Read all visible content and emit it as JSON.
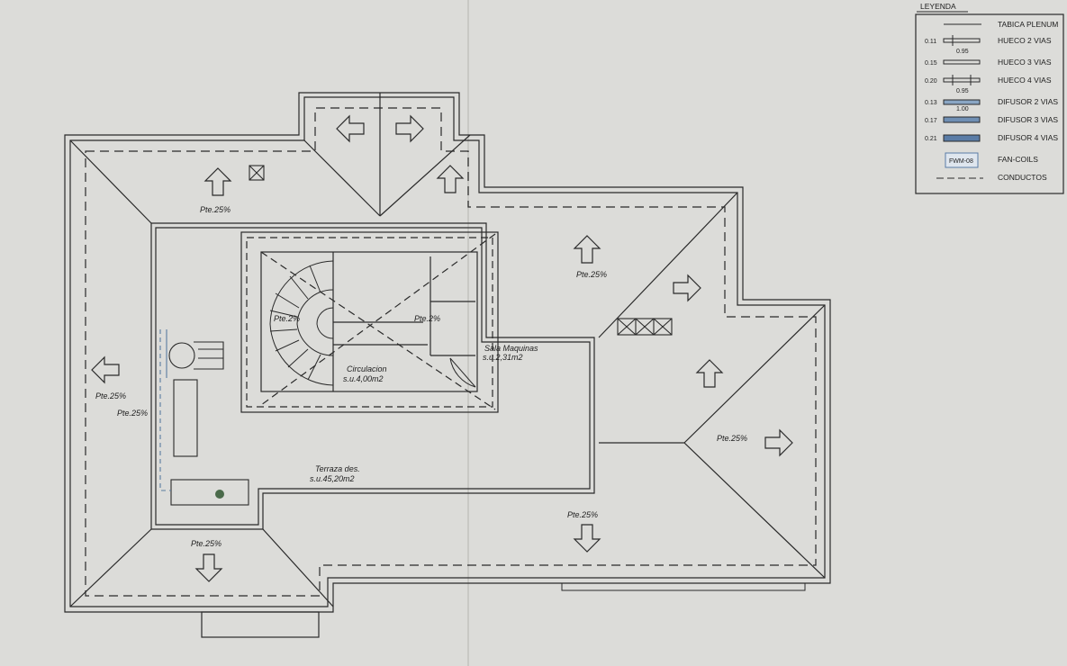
{
  "legend": {
    "title": "LEYENDA",
    "items": [
      {
        "code": "",
        "label": "TABICA PLENUM"
      },
      {
        "code": "0.11",
        "dim": "0.95",
        "label": "HUECO 2 VIAS"
      },
      {
        "code": "0.15",
        "label": "HUECO 3 VIAS"
      },
      {
        "code": "0.20",
        "dim": "0.95",
        "label": "HUECO 4 VIAS"
      },
      {
        "code": "0.13",
        "dim": "1.00",
        "label": "DIFUSOR 2 VIAS"
      },
      {
        "code": "0.17",
        "label": "DIFUSOR 3 VIAS"
      },
      {
        "code": "0.21",
        "label": "DIFUSOR 4 VIAS"
      },
      {
        "code": "FWM-08",
        "label": "FAN-COILS"
      },
      {
        "code": "",
        "label": "CONDUCTOS"
      }
    ]
  },
  "plan": {
    "slopes": [
      {
        "id": "nw",
        "text": "Pte.25%"
      },
      {
        "id": "ne",
        "text": "Pte.25%"
      },
      {
        "id": "w",
        "text": "Pte.25%"
      },
      {
        "id": "w2",
        "text": "Pte.25%"
      },
      {
        "id": "e",
        "text": "Pte.25%"
      },
      {
        "id": "s",
        "text": "Pte.25%"
      },
      {
        "id": "sw",
        "text": "Pte.25%"
      },
      {
        "id": "stair",
        "text": "Pte.2%"
      },
      {
        "id": "core",
        "text": "Pte.2%"
      }
    ],
    "rooms": {
      "circulation": {
        "name": "Circulacion",
        "area": "s.u.4,00m2"
      },
      "machines": {
        "name": "Sala Maquinas",
        "area": "s.u.2,31m2"
      },
      "terrace": {
        "name": "Terraza des.",
        "area": "s.u.45,20m2"
      }
    }
  }
}
